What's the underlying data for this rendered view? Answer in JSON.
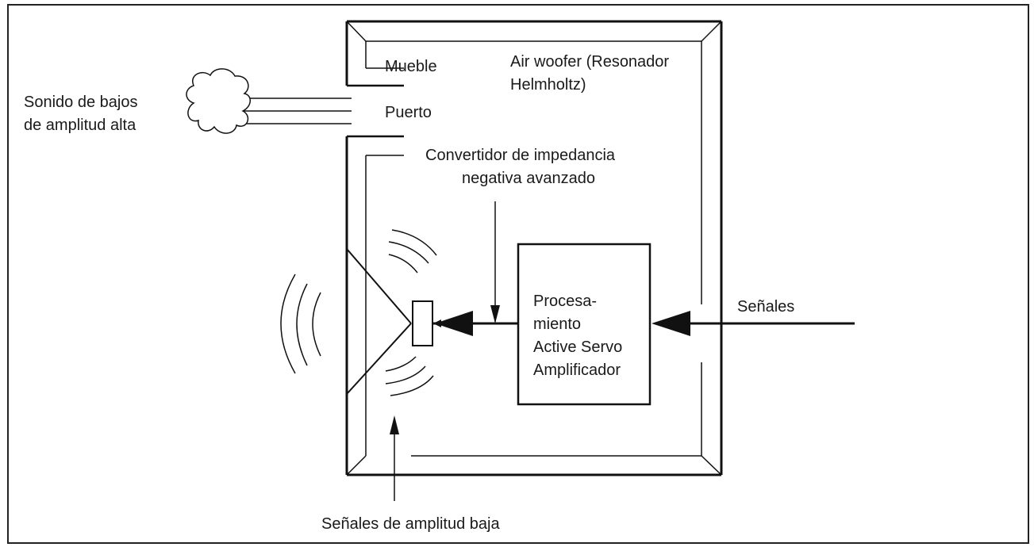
{
  "labels": {
    "sound": [
      "Sonido de bajos",
      "de amplitud alta"
    ],
    "cabinet": "Mueble",
    "port": "Puerto",
    "air_woofer": [
      "Air woofer (Resonador",
      "Helmholtz)"
    ],
    "converter": [
      "Convertidor de impedancia",
      "negativa avanzado"
    ],
    "processor": [
      "Procesa-",
      "miento",
      "Active Servo",
      "Amplificador"
    ],
    "signals": "Señales",
    "low_signals": "Señales de amplitud baja"
  },
  "colors": {
    "line": "#111111",
    "background": "#ffffff",
    "text": "#1a1a1a"
  }
}
